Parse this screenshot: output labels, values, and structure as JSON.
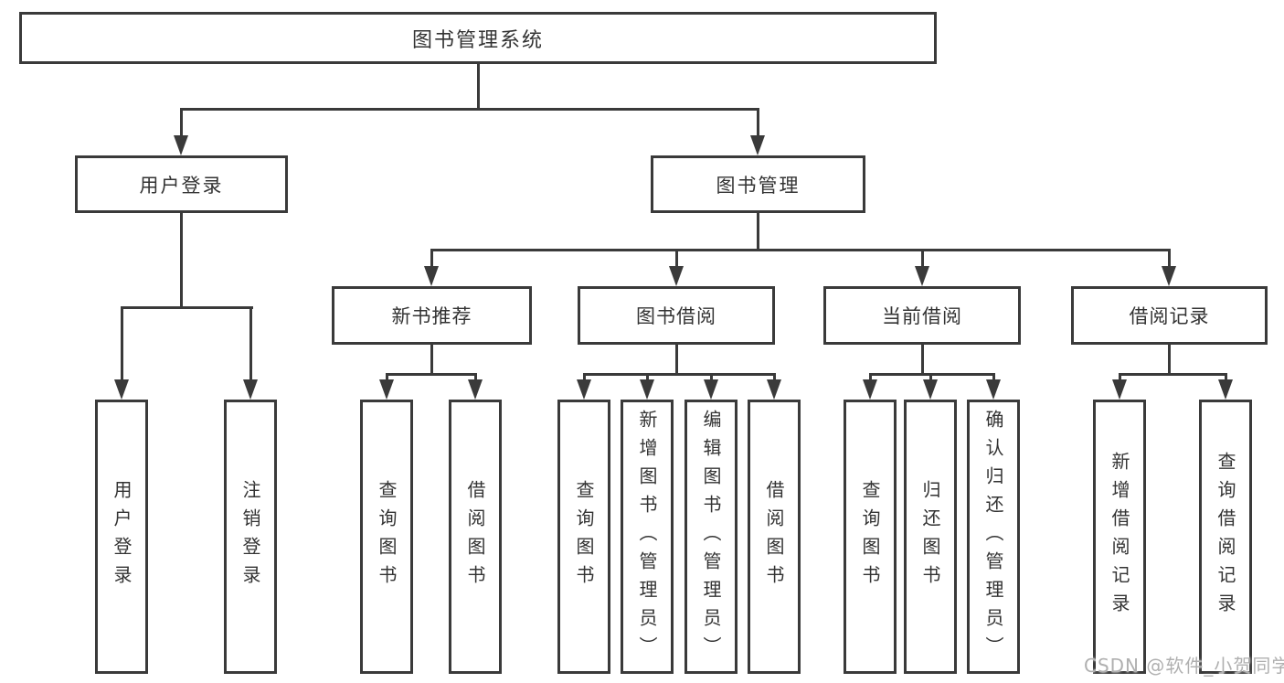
{
  "colors": {
    "line": "#3a3a3a",
    "text": "#333333",
    "watermark": "#b0b0b0",
    "background": "#ffffff"
  },
  "tree": {
    "root": {
      "label": "图书管理系统"
    },
    "branches": [
      {
        "label": "用户登录",
        "children": [
          {
            "label": "用户登录"
          },
          {
            "label": "注销登录"
          }
        ]
      },
      {
        "label": "图书管理",
        "groups": [
          {
            "label": "新书推荐",
            "children": [
              {
                "label": "查询图书"
              },
              {
                "label": "借阅图书"
              }
            ]
          },
          {
            "label": "图书借阅",
            "children": [
              {
                "label": "查询图书"
              },
              {
                "label": "新增图书（管理员）"
              },
              {
                "label": "编辑图书（管理员）"
              },
              {
                "label": "借阅图书"
              }
            ]
          },
          {
            "label": "当前借阅",
            "children": [
              {
                "label": "查询图书"
              },
              {
                "label": "归还图书"
              },
              {
                "label": "确认归还（管理员）"
              }
            ]
          },
          {
            "label": "借阅记录",
            "children": [
              {
                "label": "新增借阅记录"
              },
              {
                "label": "查询借阅记录"
              }
            ]
          }
        ]
      }
    ]
  },
  "watermark": {
    "text": "CSDN @软件_小贺同学"
  }
}
